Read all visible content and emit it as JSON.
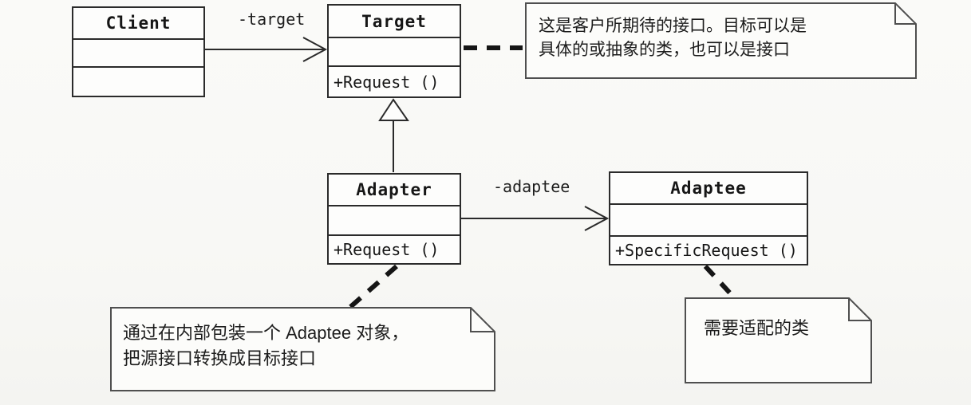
{
  "diagram_type": "uml-class-diagram",
  "pattern": "Adapter",
  "classes": {
    "client": {
      "name": "Client",
      "attributes": "",
      "methods": ""
    },
    "target": {
      "name": "Target",
      "attributes": "",
      "methods": "+Request ()"
    },
    "adapter": {
      "name": "Adapter",
      "attributes": "",
      "methods": "+Request ()"
    },
    "adaptee": {
      "name": "Adaptee",
      "attributes": "",
      "methods": "+SpecificRequest ()"
    }
  },
  "relationships": [
    {
      "from": "Client",
      "to": "Target",
      "type": "association",
      "label": "-target"
    },
    {
      "from": "Adapter",
      "to": "Target",
      "type": "generalization",
      "label": ""
    },
    {
      "from": "Adapter",
      "to": "Adaptee",
      "type": "association",
      "label": "-adaptee"
    },
    {
      "from": "Target",
      "to": "target_note",
      "type": "note-anchor",
      "label": ""
    },
    {
      "from": "Adapter",
      "to": "adapter_note",
      "type": "note-anchor",
      "label": ""
    },
    {
      "from": "Adaptee",
      "to": "adaptee_note",
      "type": "note-anchor",
      "label": ""
    }
  ],
  "notes": {
    "target_note": {
      "line1": "这是客户所期待的接口。目标可以是",
      "line2": "具体的或抽象的类，也可以是接口"
    },
    "adapter_note": {
      "line1": "通过在内部包装一个 Adaptee 对象，",
      "line2": "把源接口转换成目标接口"
    },
    "adaptee_note": {
      "line1": "需要适配的类",
      "line2": ""
    }
  },
  "colors": {
    "background": "#f8f8f5",
    "box_border": "#2b2b2b",
    "note_border": "#4f4f4f",
    "line": "#2a2a2a",
    "text": "#161616"
  }
}
